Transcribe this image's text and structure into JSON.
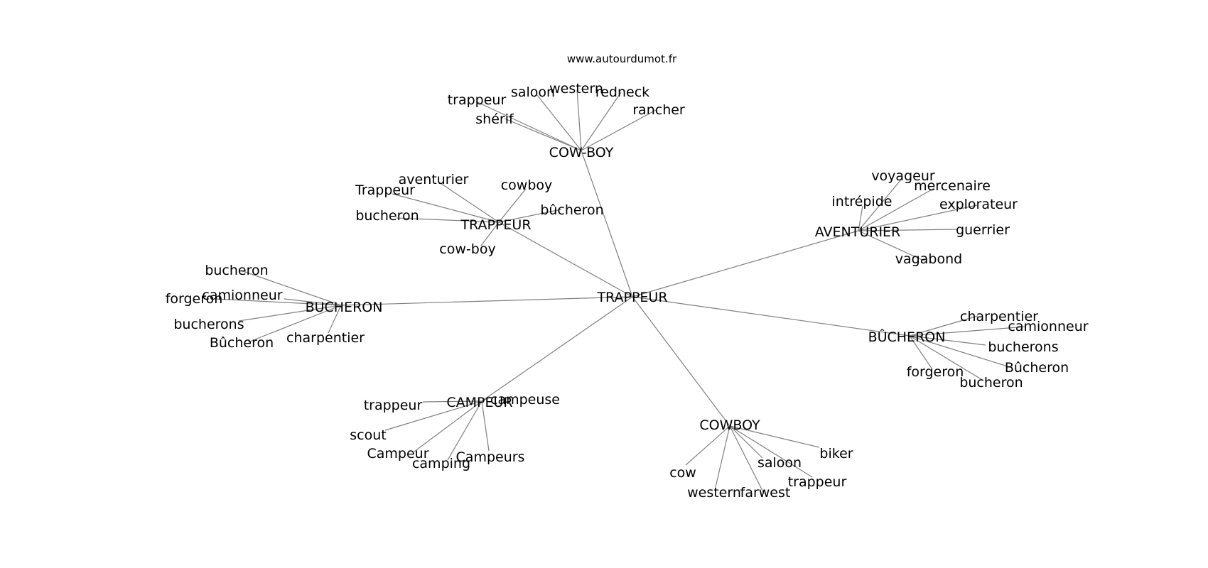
{
  "site_url": "www.autourdumot.fr",
  "colors": {
    "edge": "#808080",
    "text": "#000000",
    "background": "#ffffff"
  },
  "center": {
    "label": "TRAPPEUR"
  },
  "clusters": [
    {
      "id": "cow-boy",
      "label": "COW-BOY",
      "neighbors": [
        "trappeur",
        "saloon",
        "western",
        "redneck",
        "rancher",
        "shérif"
      ]
    },
    {
      "id": "trappeur",
      "label": "TRAPPEUR",
      "neighbors": [
        "aventurier",
        "cowboy",
        "Trappeur",
        "bucheron",
        "bûcheron",
        "cow-boy"
      ]
    },
    {
      "id": "aventurier",
      "label": "AVENTURIER",
      "neighbors": [
        "voyageur",
        "mercenaire",
        "intrépide",
        "explorateur",
        "guerrier",
        "vagabond"
      ]
    },
    {
      "id": "bucheron-upper",
      "label": "BUCHERON",
      "neighbors": [
        "bucheron",
        "camionneur",
        "forgeron",
        "bucherons",
        "Bûcheron",
        "charpentier"
      ]
    },
    {
      "id": "bucheron-accent",
      "label": "BÛCHERON",
      "neighbors": [
        "charpentier",
        "camionneur",
        "bucherons",
        "Bûcheron",
        "forgeron",
        "bucheron"
      ]
    },
    {
      "id": "campeur",
      "label": "CAMPEUR",
      "neighbors": [
        "campeuse",
        "trappeur",
        "scout",
        "Campeur",
        "camping",
        "Campeurs"
      ]
    },
    {
      "id": "cowboy",
      "label": "COWBOY",
      "neighbors": [
        "biker",
        "saloon",
        "cow",
        "trappeur",
        "western",
        "farwest"
      ]
    }
  ]
}
